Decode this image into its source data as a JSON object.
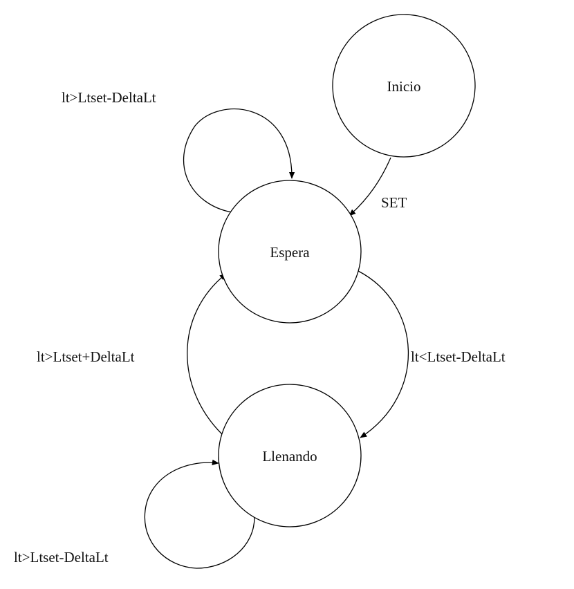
{
  "states": {
    "inicio": "Inicio",
    "espera": "Espera",
    "llenando": "Llenando"
  },
  "transitions": {
    "inicio_to_espera": "SET",
    "espera_self_loop": "lt>Ltset-DeltaLt",
    "espera_to_llenando": "lt<Ltset-DeltaLt",
    "llenando_to_espera": "lt>Ltset+DeltaLt",
    "llenando_self_loop": "lt>Ltset-DeltaLt"
  }
}
